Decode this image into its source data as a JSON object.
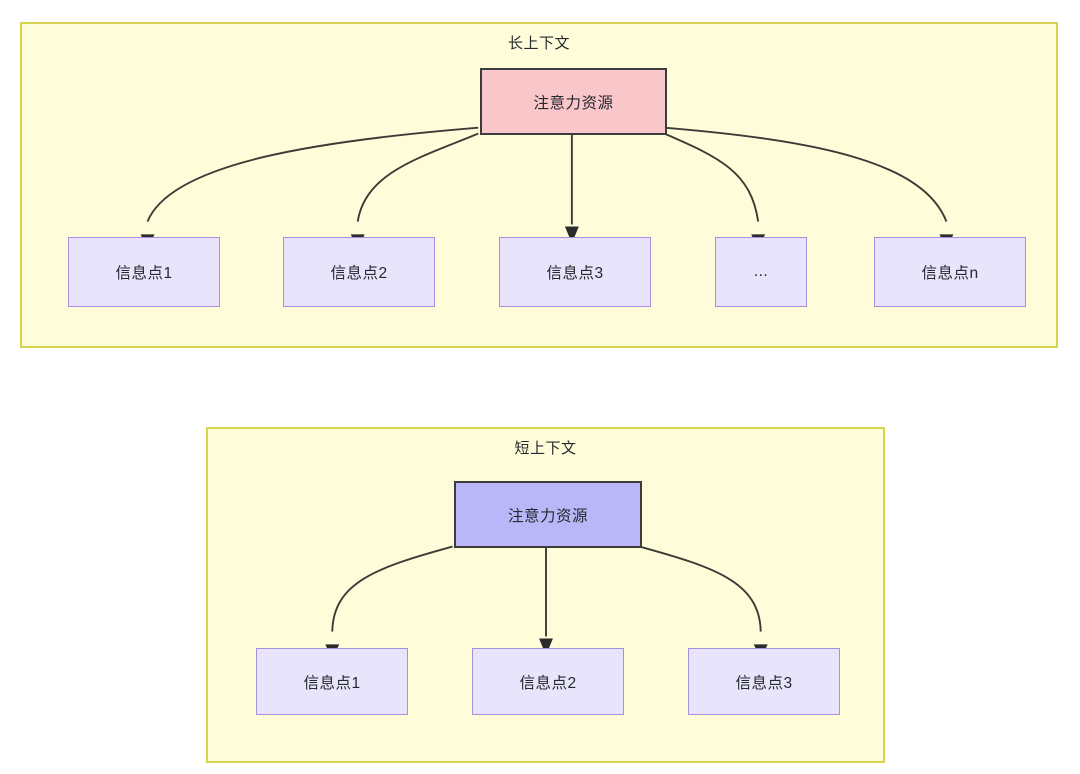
{
  "diagram": {
    "panels": [
      {
        "id": "long-context",
        "title": "长上下文",
        "attention_node": {
          "label": "注意力资源"
        },
        "info_nodes": [
          {
            "label": "信息点1"
          },
          {
            "label": "信息点2"
          },
          {
            "label": "信息点3"
          },
          {
            "label": "..."
          },
          {
            "label": "信息点n"
          }
        ]
      },
      {
        "id": "short-context",
        "title": "短上下文",
        "attention_node": {
          "label": "注意力资源"
        },
        "info_nodes": [
          {
            "label": "信息点1"
          },
          {
            "label": "信息点2"
          },
          {
            "label": "信息点3"
          }
        ]
      }
    ],
    "colors": {
      "panel_fill": "#fffdd9",
      "panel_border": "#d6d34e",
      "attention_long_fill": "#f9c6ca",
      "attention_short_fill": "#b9b7f7",
      "attention_border": "#3c3c3c",
      "info_fill": "#e7e4fb",
      "info_border": "#a98fe0",
      "edge_stroke": "#3b3b36",
      "text": "#24292e"
    }
  }
}
